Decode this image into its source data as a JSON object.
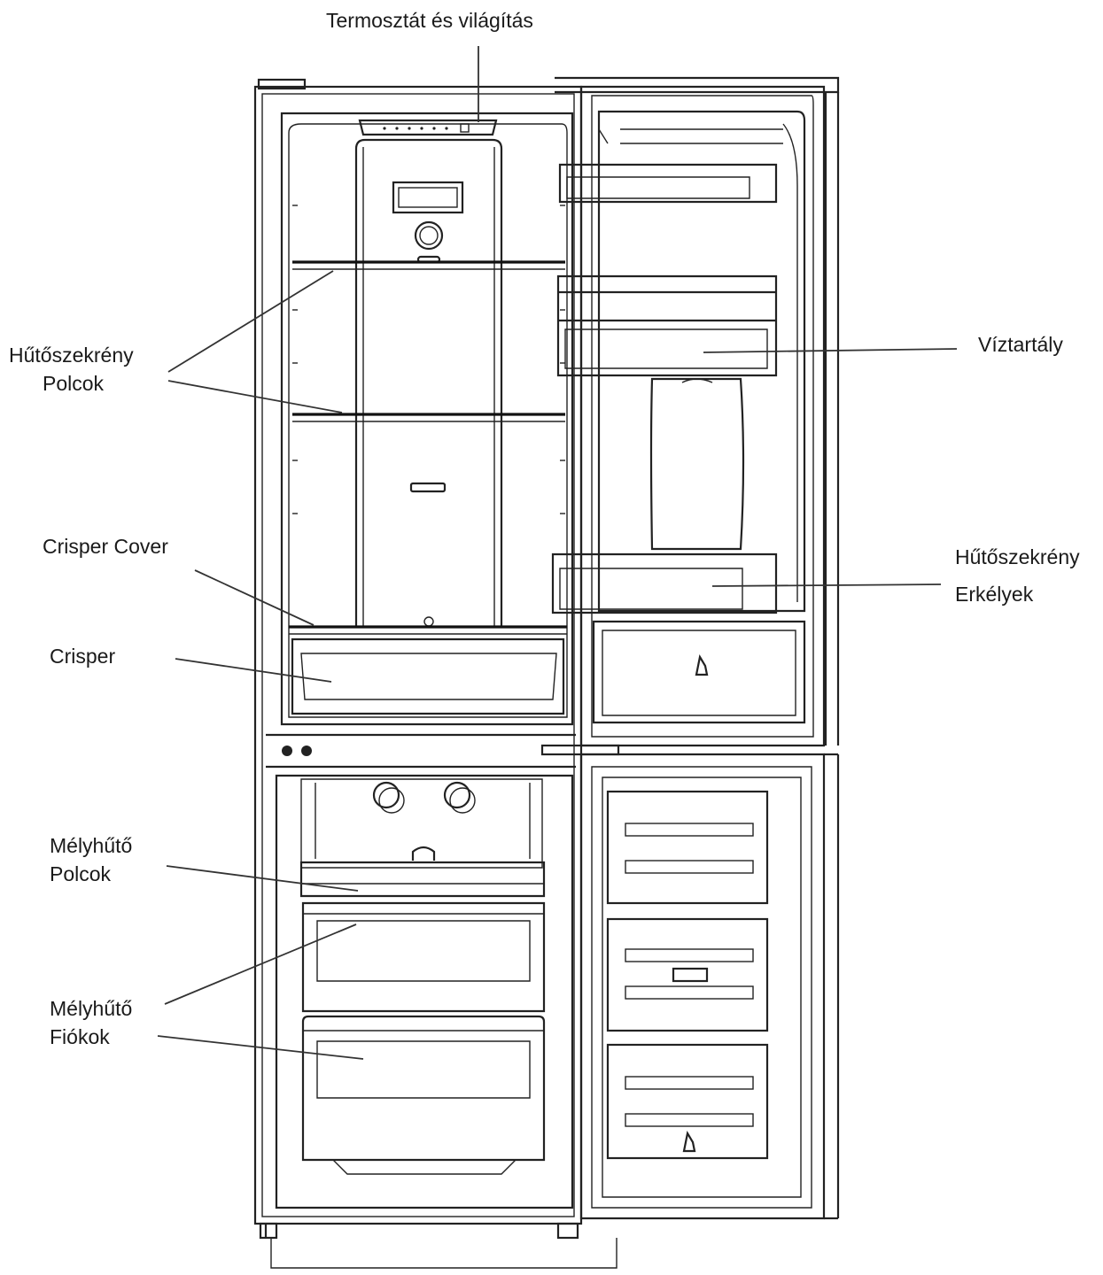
{
  "labels": {
    "thermostat": "Termosztát és világítás",
    "fridge_shelves_l1": "Hűtőszekrény",
    "fridge_shelves_l2": "Polcok",
    "water_tank": "Víztartály",
    "crisper_cover": "Crisper Cover",
    "crisper": "Crisper",
    "door_balconies_l1": "Hűtőszekrény",
    "door_balconies_l2": "Erkélyek",
    "freezer_shelves_l1": "Mélyhűtő",
    "freezer_shelves_l2": "Polcok",
    "freezer_drawers_l1": "Mélyhűtő",
    "freezer_drawers_l2": "Fiókok"
  }
}
